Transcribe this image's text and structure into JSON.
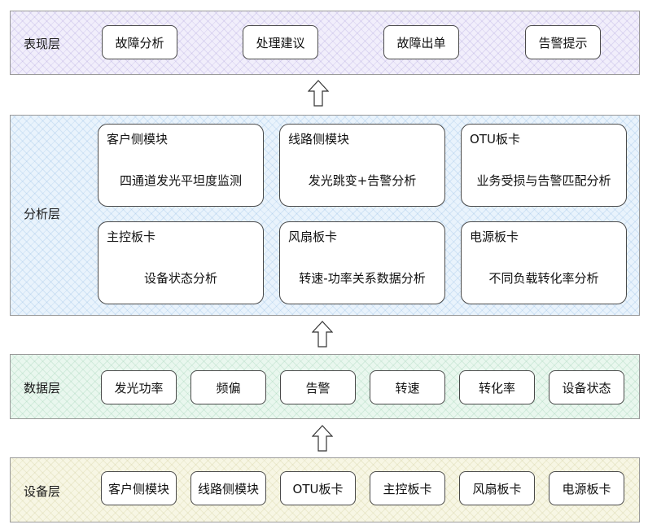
{
  "presentation_layer": {
    "title": "表现层",
    "items": [
      "故障分析",
      "处理建议",
      "故障出单",
      "告警提示"
    ]
  },
  "analysis_layer": {
    "title": "分析层",
    "modules": [
      {
        "name": "客户侧模块",
        "function": "四通道发光平坦度监测"
      },
      {
        "name": "线路侧模块",
        "function": "发光跳变+告警分析"
      },
      {
        "name": "OTU板卡",
        "function": "业务受损与告警匹配分析"
      },
      {
        "name": "主控板卡",
        "function": "设备状态分析"
      },
      {
        "name": "风扇板卡",
        "function": "转速-功率关系数据分析"
      },
      {
        "name": "电源板卡",
        "function": "不同负载转化率分析"
      }
    ]
  },
  "data_layer": {
    "title": "数据层",
    "items": [
      "发光功率",
      "频偏",
      "告警",
      "转速",
      "转化率",
      "设备状态"
    ]
  },
  "device_layer": {
    "title": "设备层",
    "items": [
      "客户侧模块",
      "线路侧模块",
      "OTU板卡",
      "主控板卡",
      "风扇板卡",
      "电源板卡"
    ]
  },
  "colors": {
    "presentation_bg": "#f1eefb",
    "analysis_bg": "#e9f3fc",
    "data_bg": "#e9f7ee",
    "device_bg": "#f7f6e4",
    "border": "#4a4a4a"
  }
}
